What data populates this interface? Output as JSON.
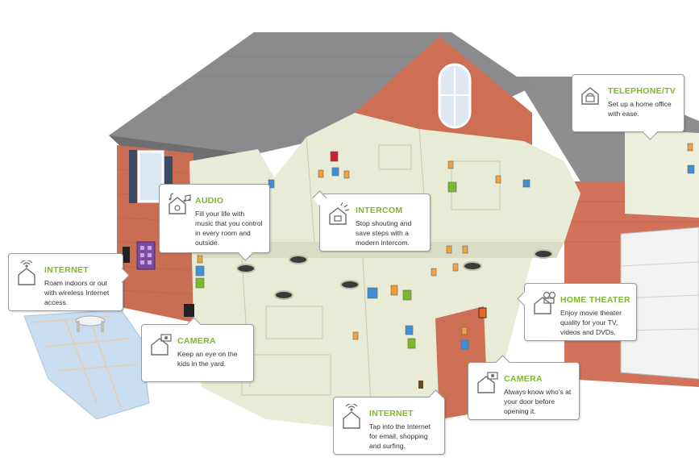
{
  "colors": {
    "title_green": "#7ab929",
    "roof": "#8b8a8d",
    "brick": "#c96e52",
    "interior": "#e9ecd8",
    "patio": "#c4d9ee"
  },
  "callouts": [
    {
      "id": "audio",
      "icon": "music-house-icon",
      "title": "AUDIO",
      "desc": "Fill your life with music that you control in every room and outside."
    },
    {
      "id": "intercom",
      "icon": "intercom-house-icon",
      "title": "INTERCOM",
      "desc": "Stop shouting and save steps with a modern intercom."
    },
    {
      "id": "telephone_tv",
      "icon": "telephone-house-icon",
      "title": "TELEPHONE/TV",
      "desc": "Set up a home office with ease."
    },
    {
      "id": "internet_wireless",
      "icon": "wireless-internet-icon",
      "title": "INTERNET",
      "desc": "Roam indoors or out with wireless Internet access."
    },
    {
      "id": "camera_yard",
      "icon": "camera-house-icon",
      "title": "CAMERA",
      "desc": "Keep an eye on the kids in the yard."
    },
    {
      "id": "home_theater",
      "icon": "theater-house-icon",
      "title": "HOME THEATER",
      "desc": "Enjoy movie theater quality for your TV, videos and DVDs."
    },
    {
      "id": "camera_door",
      "icon": "camera-house-icon",
      "title": "CAMERA",
      "desc": "Always know who's at your door before opening it."
    },
    {
      "id": "internet_wired",
      "icon": "wireless-internet-icon",
      "title": "INTERNET",
      "desc": "Tap into the Internet for email, shopping and surfing."
    }
  ]
}
